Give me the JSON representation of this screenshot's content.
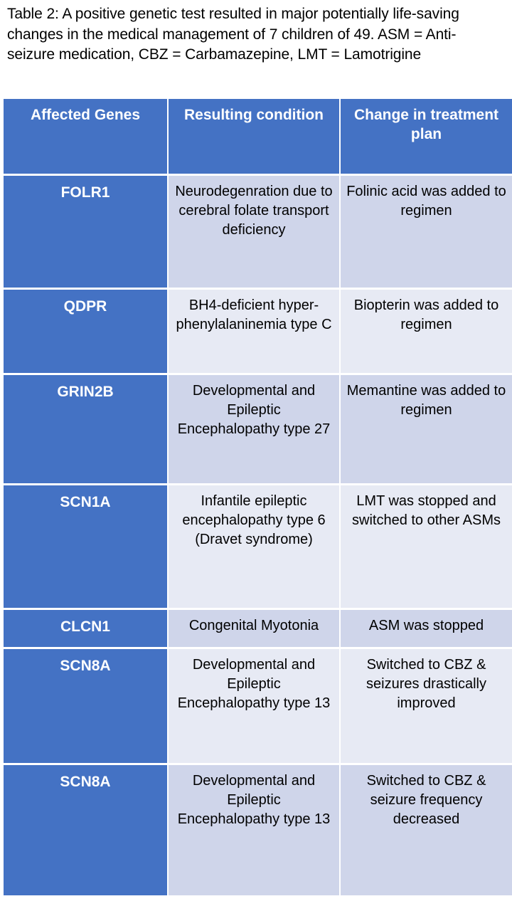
{
  "caption": {
    "text": "Table 2: A positive genetic test resulted in major potentially life-saving changes in the medical management of 7 children of 49. ASM = Anti-seizure medication, CBZ = Carbamazepine, LMT = Lamotrigine"
  },
  "colors": {
    "header_blue": "#4472C4",
    "gene_column_blue": "#4472C4",
    "band_dark": "#CFD5EA",
    "band_light": "#E7EAF4",
    "gridline": "#FFFFFF",
    "header_text": "#FFFFFF",
    "body_text": "#000000",
    "page_background": "#FFFFFF"
  },
  "table": {
    "columns": [
      {
        "key": "gene",
        "label": "Affected Genes"
      },
      {
        "key": "condition",
        "label": "Resulting condition"
      },
      {
        "key": "change",
        "label": "Change in treatment plan"
      }
    ],
    "rows": [
      {
        "gene": "FOLR1",
        "condition": "Neurodegenration due to cerebral folate transport deficiency",
        "change": "Folinic acid was added to regimen",
        "band": "dark"
      },
      {
        "gene": "QDPR",
        "condition": "BH4-deficient hyper-phenylalaninemia type C",
        "change": "Biopterin was added to regimen",
        "band": "light"
      },
      {
        "gene": "GRIN2B",
        "condition": "Developmental and Epileptic Encephalopathy type 27",
        "change": "Memantine was added to regimen",
        "band": "dark"
      },
      {
        "gene": "SCN1A",
        "condition": "Infantile epileptic encephalopathy type 6 (Dravet syndrome)",
        "change": "LMT was stopped and switched to other ASMs",
        "band": "light"
      },
      {
        "gene": "CLCN1",
        "condition": "Congenital Myotonia",
        "change": "ASM was stopped",
        "band": "dark"
      },
      {
        "gene": "SCN8A",
        "condition": "Developmental and Epileptic Encephalopathy type 13",
        "change": "Switched to CBZ & seizures drastically improved",
        "band": "light"
      },
      {
        "gene": "SCN8A",
        "condition": "Developmental and Epileptic Encephalopathy type 13",
        "change": "Switched to CBZ & seizure frequency decreased",
        "band": "dark"
      }
    ]
  }
}
